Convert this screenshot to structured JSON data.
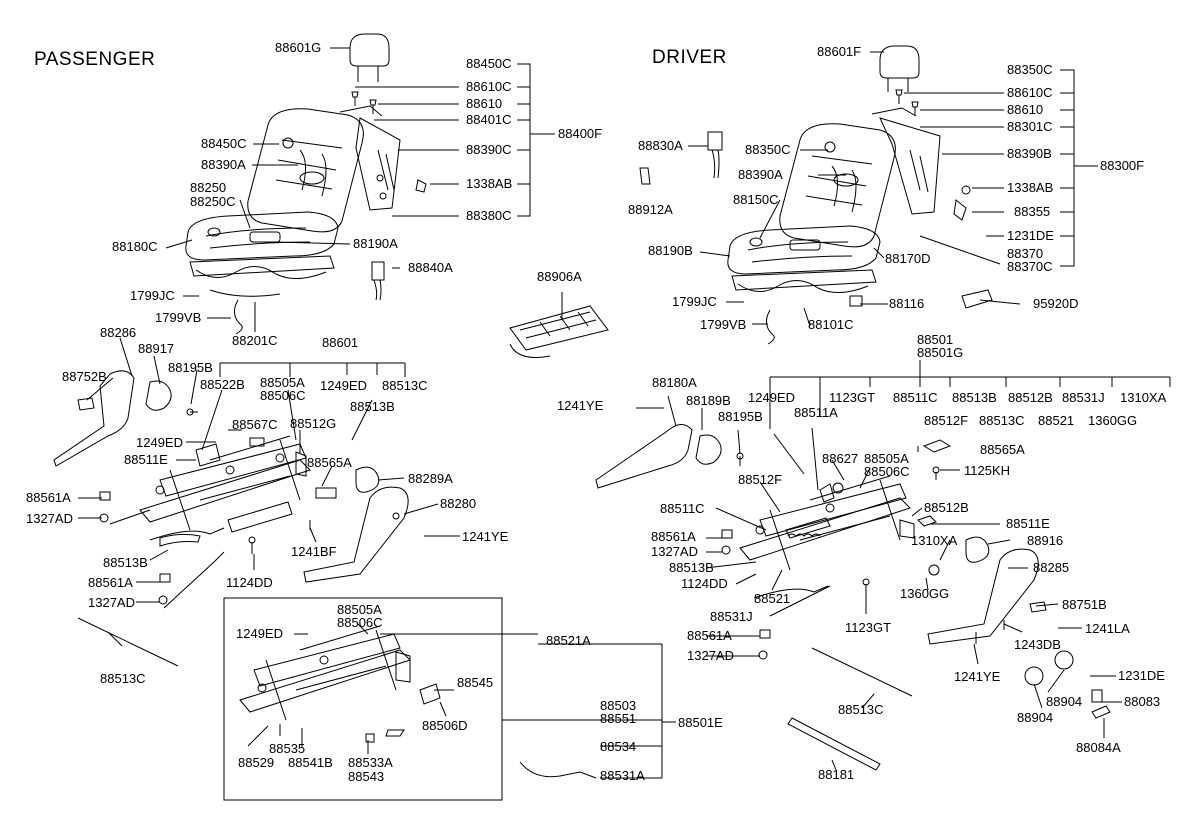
{
  "sections": {
    "passenger": "PASSENGER",
    "driver": "DRIVER"
  },
  "labels": {
    "p_88601G": "88601G",
    "p_88450C_a": "88450C",
    "p_88610C": "88610C",
    "p_88610": "88610",
    "p_88401C": "88401C",
    "p_88400F": "88400F",
    "p_88450C_b": "88450C",
    "p_88390A": "88390A",
    "p_88390C": "88390C",
    "p_88250": "88250",
    "p_88250C": "88250C",
    "p_1338AB": "1338AB",
    "p_88380C": "88380C",
    "p_88180C": "88180C",
    "p_88190A": "88190A",
    "p_88840A": "88840A",
    "p_1799JC": "1799JC",
    "p_1799VB": "1799VB",
    "p_88201C": "88201C",
    "p_88906A": "88906A",
    "p_88286": "88286",
    "p_88601": "88601",
    "p_88917": "88917",
    "p_88195B": "88195B",
    "p_88752B": "88752B",
    "p_88522B": "88522B",
    "p_88505A": "88505A",
    "p_88506C": "88506C",
    "p_1249ED_a": "1249ED",
    "p_88513C": "88513C",
    "p_88513B_a": "88513B",
    "p_88567C": "88567C",
    "p_88512G": "88512G",
    "p_1249ED_b": "1249ED",
    "p_88511E": "88511E",
    "p_88565A": "88565A",
    "p_88289A": "88289A",
    "p_88280": "88280",
    "p_88561A_a": "88561A",
    "p_1327AD_a": "1327AD",
    "p_1241YE": "1241YE",
    "p_1241BF": "1241BF",
    "p_88513B_b": "88513B",
    "p_88561A_b": "88561A",
    "p_1124DD": "1124DD",
    "p_1327AD_b": "1327AD",
    "p_88513C_b": "88513C",
    "b_88505A": "88505A",
    "b_88506C": "88506C",
    "b_1249ED": "1249ED",
    "b_88521A": "88521A",
    "b_88545": "88545",
    "b_88506D": "88506D",
    "b_88503": "88503",
    "b_88551": "88551",
    "b_88501E": "88501E",
    "b_88535": "88535",
    "b_88529": "88529",
    "b_88541B": "88541B",
    "b_88533A": "88533A",
    "b_88543": "88543",
    "b_88534": "88534",
    "b_88531A": "88531A",
    "d_88601F": "88601F",
    "d_88350C_a": "88350C",
    "d_88610C": "88610C",
    "d_88610": "88610",
    "d_88301C": "88301C",
    "d_88300F": "88300F",
    "d_88830A": "88830A",
    "d_88350C_b": "88350C",
    "d_88390B": "88390B",
    "d_88390A": "88390A",
    "d_1338AB": "1338AB",
    "d_88912A": "88912A",
    "d_88150C": "88150C",
    "d_88355": "88355",
    "d_1231DE": "1231DE",
    "d_88190B": "88190B",
    "d_88170D": "88170D",
    "d_88370": "88370",
    "d_88370C": "88370C",
    "d_1799JC": "1799JC",
    "d_88116": "88116",
    "d_95920D": "95920D",
    "d_1799VB": "1799VB",
    "d_88101C": "88101C",
    "d_88501": "88501",
    "d_88501G": "88501G",
    "d_88180A": "88180A",
    "d_1249ED": "1249ED",
    "d_1123GT_a": "1123GT",
    "d_88511C_a": "88511C",
    "d_88513B_a": "88513B",
    "d_88512B_a": "88512B",
    "d_88531J_a": "88531J",
    "d_1310XA_a": "1310XA",
    "d_1241YE_a": "1241YE",
    "d_88189B": "88189B",
    "d_88195B": "88195B",
    "d_88511A": "88511A",
    "d_88512F_a": "88512F",
    "d_88513C_a": "88513C",
    "d_88521_a": "88521",
    "d_1360GG_a": "1360GG",
    "d_88565A": "88565A",
    "d_88627": "88627",
    "d_88505A": "88505A",
    "d_88506C": "88506C",
    "d_1125KH": "1125KH",
    "d_88512F_b": "88512F",
    "d_88512B_b": "88512B",
    "d_88511C_b": "88511C",
    "d_88511E": "88511E",
    "d_88561A_a": "88561A",
    "d_1327AD_a": "1327AD",
    "d_1310XA_b": "1310XA",
    "d_88916": "88916",
    "d_88513B_b": "88513B",
    "d_1124DD": "1124DD",
    "d_88521_b": "88521",
    "d_1360GG_b": "1360GG",
    "d_88285": "88285",
    "d_88531J_b": "88531J",
    "d_1123GT_b": "1123GT",
    "d_88751B": "88751B",
    "d_88561A_b": "88561A",
    "d_1241LA": "1241LA",
    "d_1243DB": "1243DB",
    "d_1327AD_b": "1327AD",
    "d_1231DE_b": "1231DE",
    "d_1241YE_b": "1241YE",
    "d_88904_a": "88904",
    "d_88083": "88083",
    "d_88904_b": "88904",
    "d_88513C_b": "88513C",
    "d_88084A": "88084A",
    "d_88181": "88181"
  }
}
